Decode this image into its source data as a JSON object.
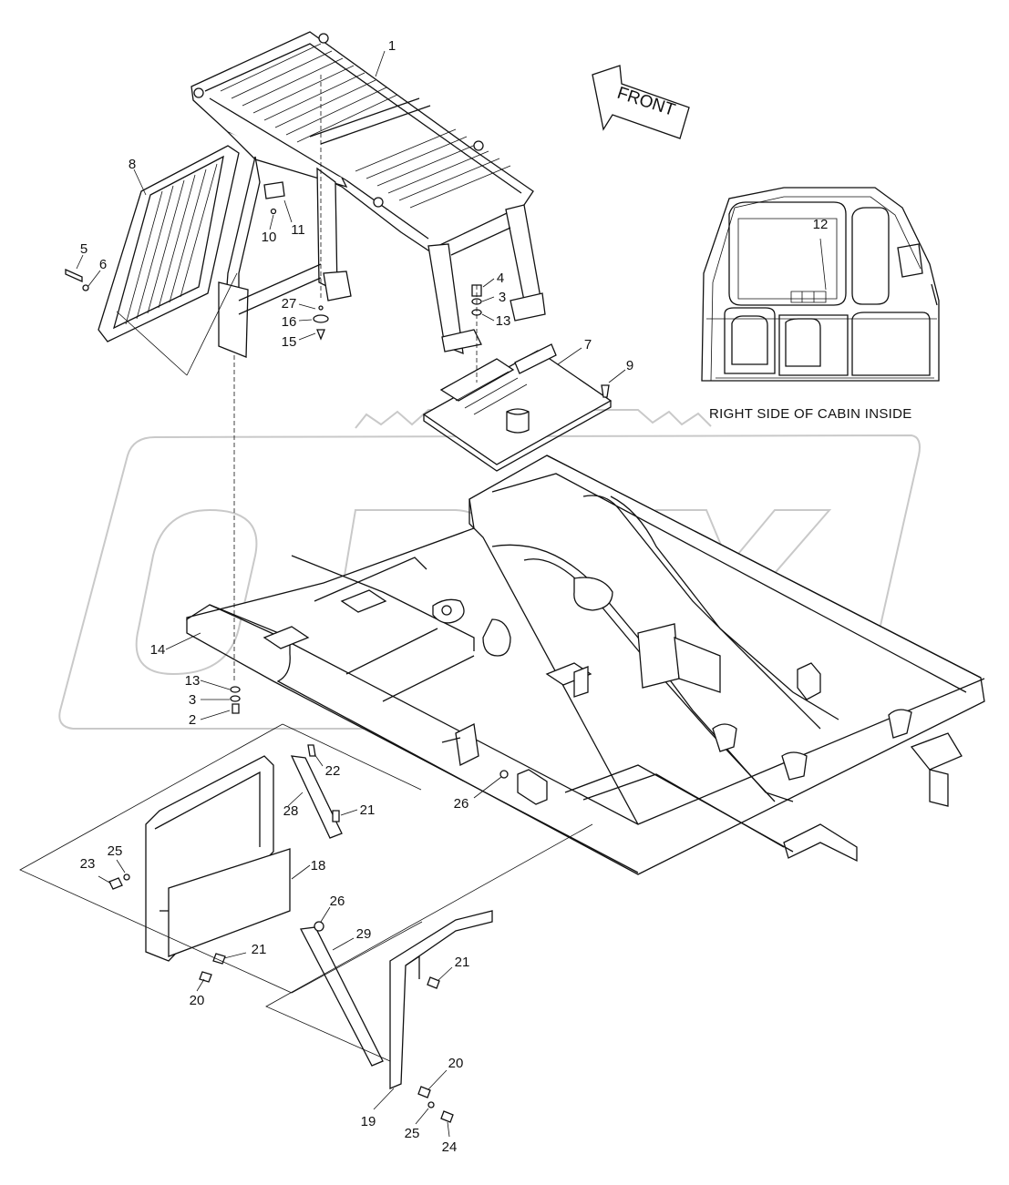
{
  "front_arrow_label": "FRONT",
  "inset_caption": "RIGHT SIDE OF CABIN INSIDE",
  "callouts": [
    {
      "id": "c1",
      "text": "1"
    },
    {
      "id": "c8",
      "text": "8"
    },
    {
      "id": "c5",
      "text": "5"
    },
    {
      "id": "c6",
      "text": "6"
    },
    {
      "id": "c10",
      "text": "10"
    },
    {
      "id": "c11",
      "text": "11"
    },
    {
      "id": "c27",
      "text": "27"
    },
    {
      "id": "c16",
      "text": "16"
    },
    {
      "id": "c15",
      "text": "15"
    },
    {
      "id": "c4",
      "text": "4"
    },
    {
      "id": "c3a",
      "text": "3"
    },
    {
      "id": "c13a",
      "text": "13"
    },
    {
      "id": "c7",
      "text": "7"
    },
    {
      "id": "c9",
      "text": "9"
    },
    {
      "id": "c12",
      "text": "12"
    },
    {
      "id": "c14",
      "text": "14"
    },
    {
      "id": "c13b",
      "text": "13"
    },
    {
      "id": "c3b",
      "text": "3"
    },
    {
      "id": "c2",
      "text": "2"
    },
    {
      "id": "c22",
      "text": "22"
    },
    {
      "id": "c28",
      "text": "28"
    },
    {
      "id": "c21a",
      "text": "21"
    },
    {
      "id": "c26a",
      "text": "26"
    },
    {
      "id": "c25a",
      "text": "25"
    },
    {
      "id": "c23",
      "text": "23"
    },
    {
      "id": "c18",
      "text": "18"
    },
    {
      "id": "c26b",
      "text": "26"
    },
    {
      "id": "c29",
      "text": "29"
    },
    {
      "id": "c21b",
      "text": "21"
    },
    {
      "id": "c21c",
      "text": "21"
    },
    {
      "id": "c20a",
      "text": "20"
    },
    {
      "id": "c20b",
      "text": "20"
    },
    {
      "id": "c19",
      "text": "19"
    },
    {
      "id": "c25b",
      "text": "25"
    },
    {
      "id": "c24",
      "text": "24"
    }
  ]
}
